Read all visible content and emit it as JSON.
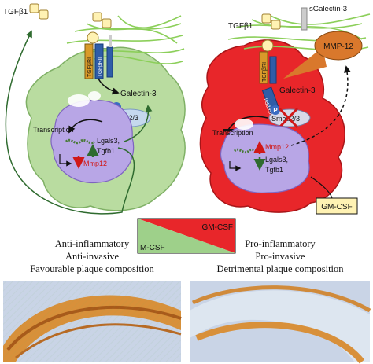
{
  "diagram": {
    "left_cell": {
      "tgfb1": "TGFβ1",
      "receptor_left": "TGFβRI",
      "receptor_right": "TGFβRII",
      "galectin": "Galectin-3",
      "phospho": "P",
      "smad": "Smad2/3",
      "transcription": "Transcription",
      "genes": [
        "Lgals3,",
        "Tgfb1",
        "Mmp12"
      ]
    },
    "right_cell": {
      "sgalectin": "sGalectin-3",
      "tgfb1": "TGFβ1",
      "mmp_enzyme": "MMP-12",
      "receptor_left": "TGFβRI",
      "receptor_right": "TGFβRII",
      "galectin": "Galectin-3",
      "phospho": "P",
      "smad": "Smad2/3",
      "transcription": "Transcription",
      "genes": [
        "Mmp12",
        "Lgals3,",
        "Tgfb1"
      ]
    },
    "gmcsf_box": "GM-CSF",
    "gradient": {
      "top_label": "GM-CSF",
      "bottom_label": "M-CSF"
    },
    "captions": {
      "left": [
        "Anti-inflammatory",
        "Anti-invasive",
        "Favourable plaque composition"
      ],
      "right": [
        "Pro-inflammatory",
        "Pro-invasive",
        "Detrimental plaque composition"
      ]
    },
    "colors": {
      "left_cell": "#b9dca0",
      "right_cell": "#e8262a",
      "nucleus": "#b8a6e6",
      "gradient_red": "#e8262a",
      "gradient_green": "#9ed08a",
      "fiber": "#8ccf5a",
      "receptor_blue": "#2f5da8",
      "receptor_orange": "#d99a2a",
      "box_fill": "#fff2b3",
      "mmp_fill": "#d9782c"
    }
  }
}
